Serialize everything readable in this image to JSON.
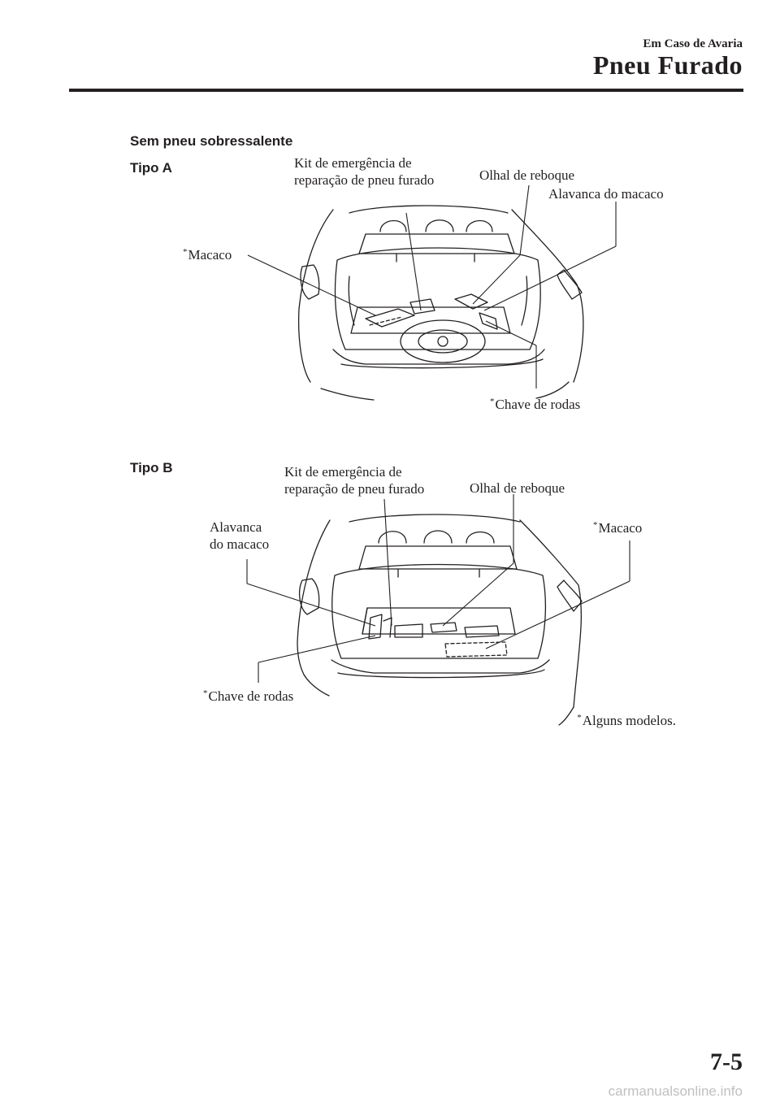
{
  "header": {
    "chapter": "Em Caso de Avaria",
    "section": "Pneu Furado"
  },
  "subheading": "Sem pneu sobressalente",
  "figures": [
    {
      "type_label": "Tipo A",
      "callouts": {
        "kit_line1": "Kit de emergência de",
        "kit_line2": "reparação de pneu furado",
        "tow_hook": "Olhal de reboque",
        "jack_handle": "Alavanca do macaco",
        "jack": "Macaco",
        "lug_wrench": "Chave de rodas"
      }
    },
    {
      "type_label": "Tipo B",
      "callouts": {
        "kit_line1": "Kit de emergência de",
        "kit_line2": "reparação de pneu furado",
        "tow_hook": "Olhal de reboque",
        "jack_handle_line1": "Alavanca",
        "jack_handle_line2": "do macaco",
        "jack": "Macaco",
        "lug_wrench": "Chave de rodas"
      }
    }
  ],
  "asterisk": "*",
  "footnote": "Alguns modelos.",
  "page_number": "7-5",
  "watermark": "carmanualsonline.info"
}
